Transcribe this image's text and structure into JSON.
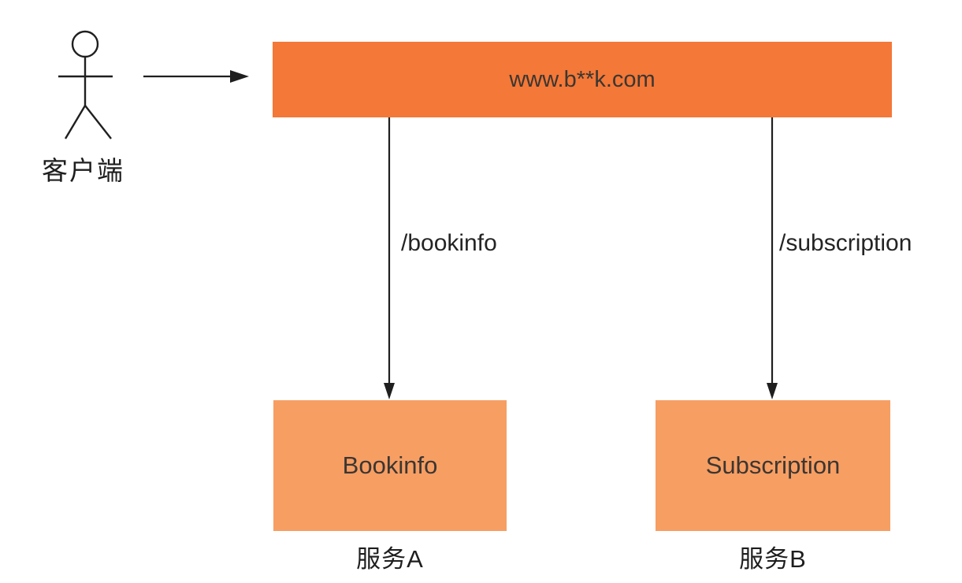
{
  "client": {
    "label": "客户端"
  },
  "gateway": {
    "label": "www.b**k.com"
  },
  "routes": [
    {
      "path": "/bookinfo",
      "service_name": "Bookinfo",
      "service_caption": "服务A"
    },
    {
      "path": "/subscription",
      "service_name": "Subscription",
      "service_caption": "服务B"
    }
  ],
  "icons": {
    "client": "stick-figure-icon",
    "arrows": [
      "right-arrow",
      "down-arrow",
      "down-arrow"
    ]
  },
  "colors": {
    "gateway_fill": "#F47837",
    "service_fill": "#F79E63",
    "line": "#1F1F1F",
    "box_text": "#3B3632",
    "label_text": "#1E1E1E"
  }
}
